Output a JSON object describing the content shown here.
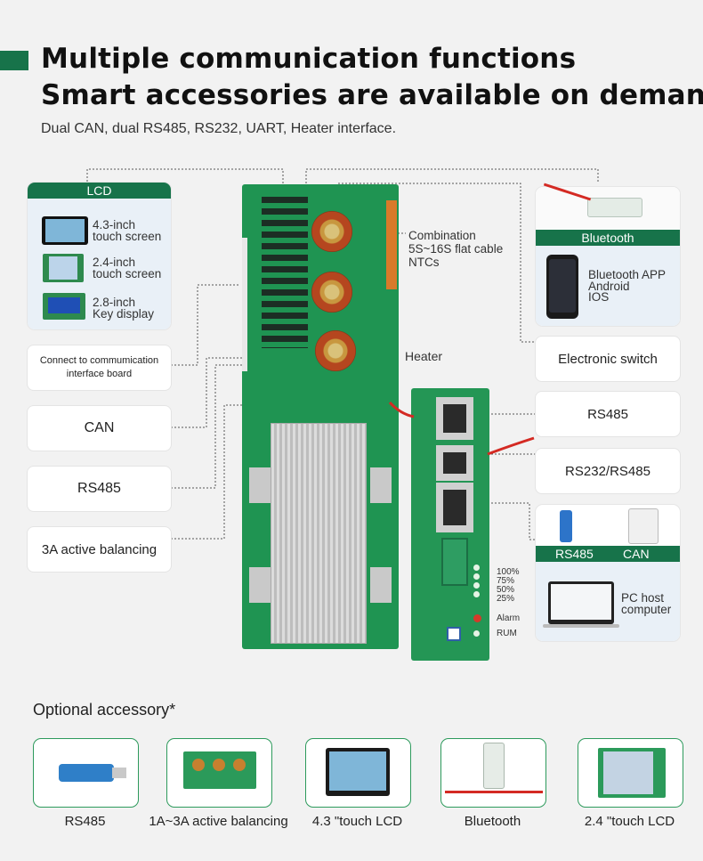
{
  "header": {
    "title_line1": "Multiple communication functions",
    "title_line2": "Smart accessories are available on demand",
    "subtitle": "Dual CAN, dual RS485, RS232, UART, Heater interface.",
    "accent_color": "#17734a"
  },
  "lcd_panel": {
    "heading": "LCD",
    "items": [
      {
        "line1": "4.3-inch",
        "line2": "touch screen",
        "icon": "touch-screen-icon"
      },
      {
        "line1": "2.4-inch",
        "line2": "touch screen",
        "icon": "touch-screen-icon"
      },
      {
        "line1": "2.8-inch",
        "line2": "Key display",
        "icon": "key-display-icon"
      }
    ]
  },
  "left_labels": {
    "comm_board_line1": "Connect to commumication",
    "comm_board_line2": "interface board",
    "can": "CAN",
    "rs485": "RS485",
    "balancing": "3A active balancing"
  },
  "board_labels": {
    "combination_line1": "Combination",
    "combination_line2": "5S~16S flat cable",
    "combination_line3": "NTCs",
    "heater": "Heater"
  },
  "bluetooth_panel": {
    "heading": "Bluetooth",
    "app_line1": "Bluetooth APP",
    "app_line2": "Android",
    "app_line3": "IOS"
  },
  "right_labels": {
    "electronic_switch": "Electronic switch",
    "rs485": "RS485",
    "rs232_rs485": "RS232/RS485"
  },
  "pc_panel": {
    "heading_left": "RS485",
    "heading_right": "CAN",
    "pc_line1": "PC host",
    "pc_line2": "computer"
  },
  "indicators": {
    "levels": [
      "100%",
      "75%",
      "50%",
      "25%"
    ],
    "alarm": "Alarm",
    "run": "RUM"
  },
  "accessories": {
    "heading": "Optional accessory*",
    "items": [
      {
        "label": "RS485",
        "icon": "usb-adapter-icon"
      },
      {
        "label": "1A~3A active balancing",
        "icon": "balancing-board-icon"
      },
      {
        "label": "4.3 \"touch LCD",
        "icon": "lcd-screen-icon"
      },
      {
        "label": "Bluetooth",
        "icon": "bluetooth-module-icon"
      },
      {
        "label": "2.4 \"touch LCD",
        "icon": "small-lcd-icon"
      }
    ]
  }
}
